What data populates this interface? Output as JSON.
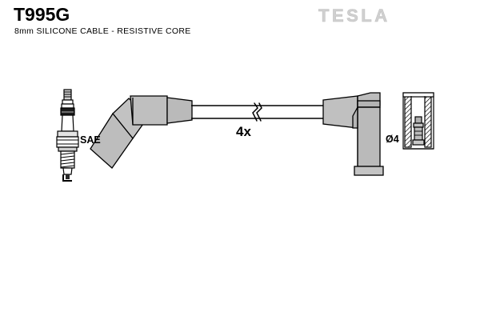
{
  "header": {
    "part_number": "T995G",
    "subtitle": "8mm SILICONE CABLE - RESISTIVE CORE",
    "brand": "TESLA"
  },
  "colors": {
    "background": "#ffffff",
    "line": "#000000",
    "boot_fill": "#b8b8b8",
    "boot_fill_light": "#c8c8c8",
    "boot_fill_dark": "#a8a8a8",
    "logo_gray": "#d0d0d0",
    "plug_metal": "#e8e8e8",
    "hatch": "#000000"
  },
  "diagram": {
    "title": "ignition cable set assembly drawing",
    "labels": {
      "spark_plug_standard": "SAE",
      "quantity": "4x",
      "terminal_diameter": "Ø4"
    },
    "parts": [
      {
        "name": "spark-plug",
        "label": "SAE",
        "description": "spark plug with threaded body and hex nut, SAE terminal"
      },
      {
        "name": "left-boot",
        "label": "",
        "description": "angled silicone boot, bent leg pointing down-left"
      },
      {
        "name": "cable",
        "label": "4x",
        "description": "8mm silicone ignition cable with break symbol, quantity four"
      },
      {
        "name": "right-boot",
        "label": "",
        "description": "L-shaped silicone boot with vertical coil-side socket"
      },
      {
        "name": "terminal-sleeve",
        "label": "Ø4",
        "description": "cross-hatched cylindrical terminal sleeve, 4mm diameter"
      }
    ]
  }
}
